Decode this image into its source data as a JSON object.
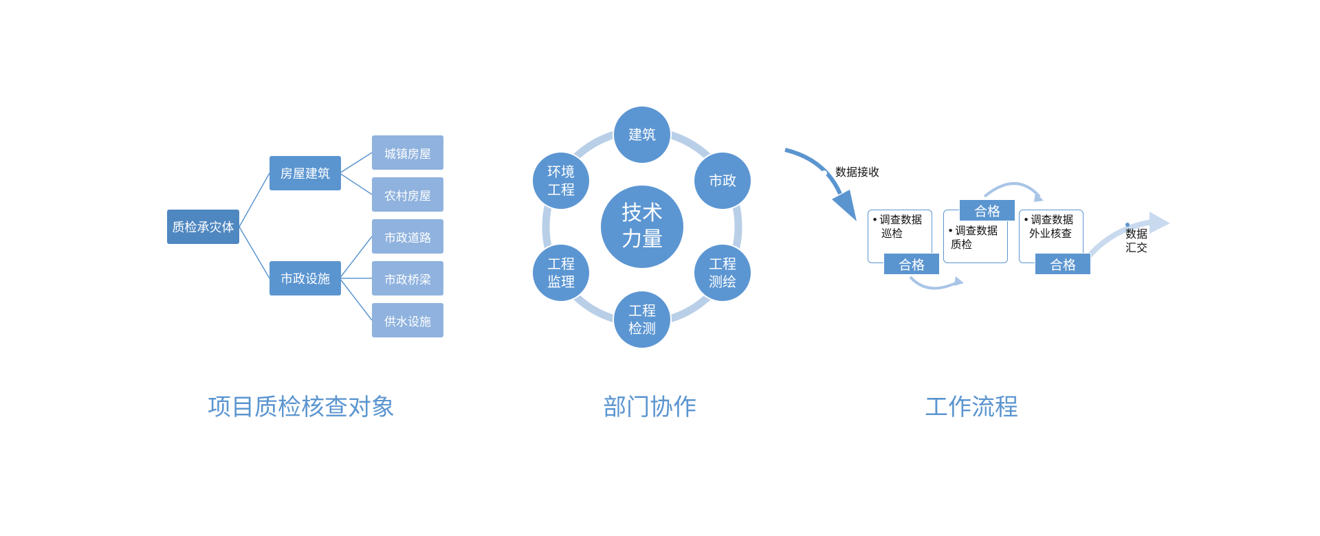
{
  "tree": {
    "root": "质检承灾体",
    "branches": [
      {
        "label": "房屋建筑",
        "children": [
          "城镇房屋",
          "农村房屋"
        ]
      },
      {
        "label": "市政设施",
        "children": [
          "市政道路",
          "市政桥梁",
          "供水设施"
        ]
      }
    ],
    "title": "项目质检核查对象"
  },
  "cycle": {
    "center": [
      "技术",
      "力量"
    ],
    "nodes": [
      {
        "lines": [
          "建筑"
        ]
      },
      {
        "lines": [
          "市政"
        ]
      },
      {
        "lines": [
          "工程",
          "测绘"
        ]
      },
      {
        "lines": [
          "工程",
          "检测"
        ]
      },
      {
        "lines": [
          "工程",
          "监理"
        ]
      },
      {
        "lines": [
          "环境",
          "工程"
        ]
      }
    ],
    "title": "部门协作"
  },
  "workflow": {
    "receive_label": "数据接收",
    "cards": [
      {
        "lines": [
          "调查数据",
          "巡检"
        ],
        "tag": "合格"
      },
      {
        "lines": [
          "调查数据",
          "质检"
        ],
        "tag": "合格"
      },
      {
        "lines": [
          "调查数据",
          "外业核查"
        ],
        "tag": "合格"
      }
    ],
    "output_label": [
      "数据",
      "汇交"
    ],
    "title": "工作流程"
  },
  "colors": {
    "primary": "#5b95d0",
    "root": "#4f87c0",
    "leaf": "#8fb2de",
    "ring": "#b9cfe8"
  }
}
